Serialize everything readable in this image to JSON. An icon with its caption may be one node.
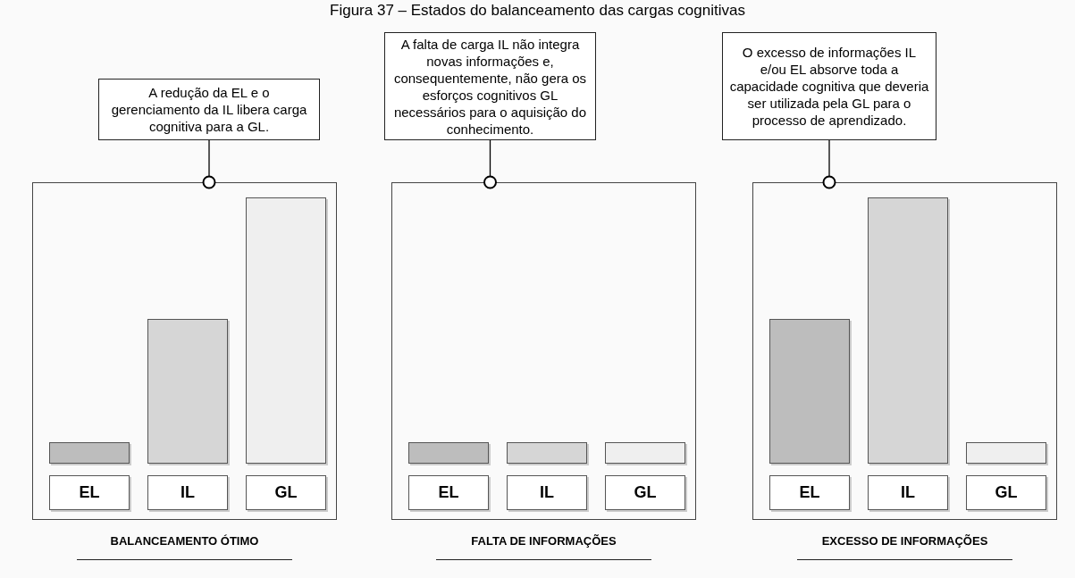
{
  "diagram": {
    "title": "Figura 37 – Estados do balanceamento das cargas cognitivas",
    "nodes": [
      {
        "text": [
          "A redução da EL e o gerenciamento da IL libera carga cognitiva para a GL."
        ]
      },
      {
        "text": [],
        "shape": "box",
        "beside": [
          "BALANCEAMENTO ÓTIMO"
        ]
      },
      {
        "text": [],
        "shape": "bar",
        "in": 1
      },
      {
        "text": [],
        "shape": "bar",
        "in": 1
      },
      {
        "text": [],
        "shape": "bar",
        "in": 1
      },
      {
        "text": [
          "EL"
        ],
        "in": 1
      },
      {
        "text": [
          "IL"
        ],
        "in": 1
      },
      {
        "text": [
          "GL"
        ],
        "in": 1
      },
      {
        "text": [
          "A falta de carga IL não integra novas informações e, consequentemente, não gera os esforços cognitivos GL necessários para o aquisição do conhecimento."
        ]
      },
      {
        "text": [],
        "shape": "box",
        "beside": [
          "FALTA DE INFORMAÇÕES"
        ]
      },
      {
        "text": [],
        "shape": "bar",
        "in": 9
      },
      {
        "text": [],
        "shape": "bar",
        "in": 9
      },
      {
        "text": [],
        "shape": "bar",
        "in": 9
      },
      {
        "text": [
          "EL"
        ],
        "in": 9
      },
      {
        "text": [
          "IL"
        ],
        "in": 9
      },
      {
        "text": [
          "GL"
        ],
        "in": 9
      },
      {
        "text": [
          "O excesso de informações IL e/ou EL absorve toda a capacidade cognitiva que deveria ser utilizada pela GL para o processo de aprendizado."
        ]
      },
      {
        "text": [],
        "shape": "box",
        "beside": [
          "EXCESSO DE INFORMAÇÕES"
        ]
      },
      {
        "text": [],
        "shape": "bar",
        "in": 17
      },
      {
        "text": [],
        "shape": "bar",
        "in": 17
      },
      {
        "text": [],
        "shape": "bar",
        "in": 17
      },
      {
        "text": [
          "EL"
        ],
        "in": 17
      },
      {
        "text": [
          "IL"
        ],
        "in": 17
      },
      {
        "text": [
          "GL"
        ],
        "in": 17
      }
    ],
    "edges": [
      {
        "from": 0,
        "to": 1,
        "arrow": "other"
      },
      {
        "from": 8,
        "to": 9,
        "arrow": "other"
      },
      {
        "from": 16,
        "to": 17,
        "arrow": "other"
      }
    ]
  }
}
